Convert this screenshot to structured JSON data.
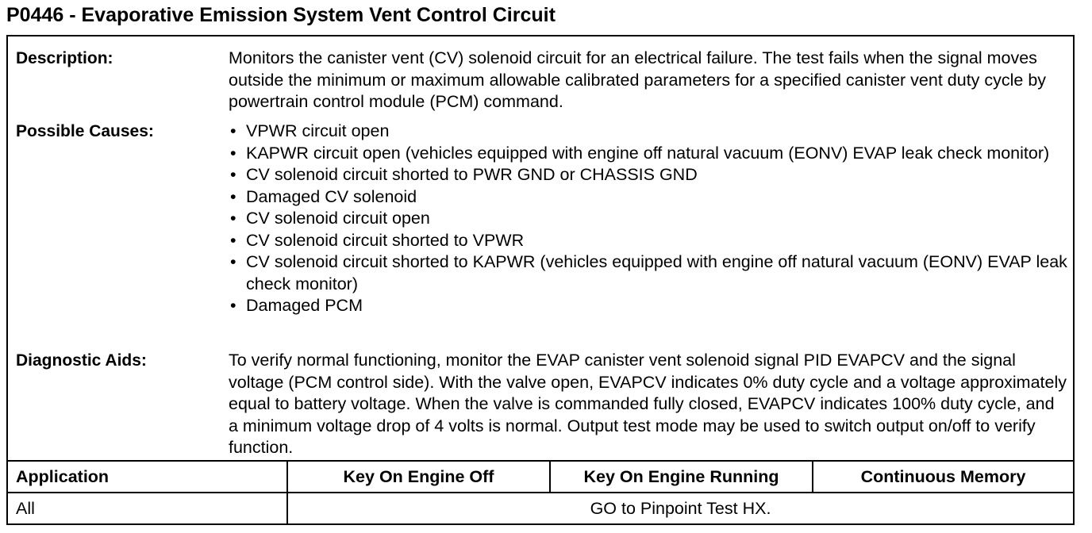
{
  "title": "P0446 - Evaporative Emission System Vent Control Circuit",
  "description": {
    "label": "Description:",
    "text": "Monitors the canister vent (CV) solenoid circuit for an electrical failure. The test fails when the signal moves outside the minimum or maximum allowable calibrated parameters for a specified canister vent duty cycle by powertrain control module (PCM) command."
  },
  "possible_causes": {
    "label": "Possible Causes:",
    "items": [
      "VPWR circuit open",
      "KAPWR circuit open (vehicles equipped with engine off natural vacuum (EONV) EVAP leak check monitor)",
      "CV solenoid circuit shorted to PWR GND or CHASSIS GND",
      "Damaged CV solenoid",
      "CV solenoid circuit open",
      "CV solenoid circuit shorted to VPWR",
      "CV solenoid circuit shorted to KAPWR (vehicles equipped with engine off natural vacuum (EONV) EVAP leak check monitor)",
      "Damaged PCM"
    ]
  },
  "diagnostic_aids": {
    "label": "Diagnostic Aids:",
    "text": "To verify normal functioning, monitor the EVAP canister vent solenoid signal PID EVAPCV and the signal voltage (PCM control side).  With the valve open, EVAPCV indicates 0% duty cycle and a voltage approximately equal to battery voltage.  When the valve is commanded fully closed, EVAPCV indicates 100% duty cycle, and a minimum voltage drop of 4 volts is normal.  Output test mode may be used to switch output on/off to verify function."
  },
  "table": {
    "headers": [
      "Application",
      "Key On Engine Off",
      "Key On Engine Running",
      "Continuous Memory"
    ],
    "row": {
      "application": "All",
      "action": "GO to Pinpoint Test HX."
    }
  }
}
